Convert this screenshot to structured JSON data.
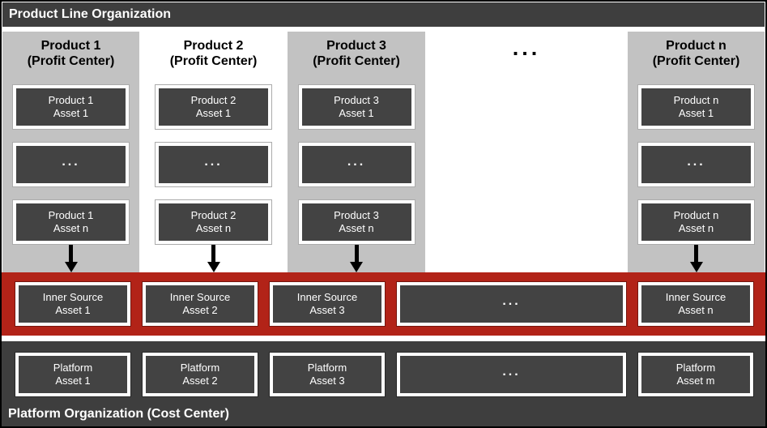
{
  "header": {
    "title": "Product Line Organization"
  },
  "columns": [
    {
      "title1": "Product 1",
      "title2": "(Profit Center)",
      "asset1_line1": "Product 1",
      "asset1_line2": "Asset 1",
      "dots": "...",
      "assetn_line1": "Product 1",
      "assetn_line2": "Asset n"
    },
    {
      "title1": "Product 2",
      "title2": "(Profit Center)",
      "asset1_line1": "Product 2",
      "asset1_line2": "Asset 1",
      "dots": "...",
      "assetn_line1": "Product 2",
      "assetn_line2": "Asset n"
    },
    {
      "title1": "Product 3",
      "title2": "(Profit Center)",
      "asset1_line1": "Product 3",
      "asset1_line2": "Asset 1",
      "dots": "...",
      "assetn_line1": "Product 3",
      "assetn_line2": "Asset n"
    },
    {
      "title1": "Product n",
      "title2": "(Profit Center)",
      "asset1_line1": "Product n",
      "asset1_line2": "Asset 1",
      "dots": "...",
      "assetn_line1": "Product n",
      "assetn_line2": "Asset n"
    }
  ],
  "columns_ellipsis": "...",
  "inner_source": {
    "boxes": [
      {
        "line1": "Inner Source",
        "line2": "Asset 1"
      },
      {
        "line1": "Inner Source",
        "line2": "Asset 2"
      },
      {
        "line1": "Inner Source",
        "line2": "Asset 3"
      },
      {
        "dots": "..."
      },
      {
        "line1": "Inner Source",
        "line2": "Asset n"
      }
    ]
  },
  "platform": {
    "boxes": [
      {
        "line1": "Platform",
        "line2": "Asset 1"
      },
      {
        "line1": "Platform",
        "line2": "Asset 2"
      },
      {
        "line1": "Platform",
        "line2": "Asset 3"
      },
      {
        "dots": "..."
      },
      {
        "line1": "Platform",
        "line2": "Asset m"
      }
    ],
    "label": "Platform Organization (Cost Center)"
  },
  "colors": {
    "red": "#b22318",
    "dark": "#3e3e3e",
    "box": "#434343",
    "column_gray": "#c2c2c2",
    "arrow": "#000000"
  }
}
